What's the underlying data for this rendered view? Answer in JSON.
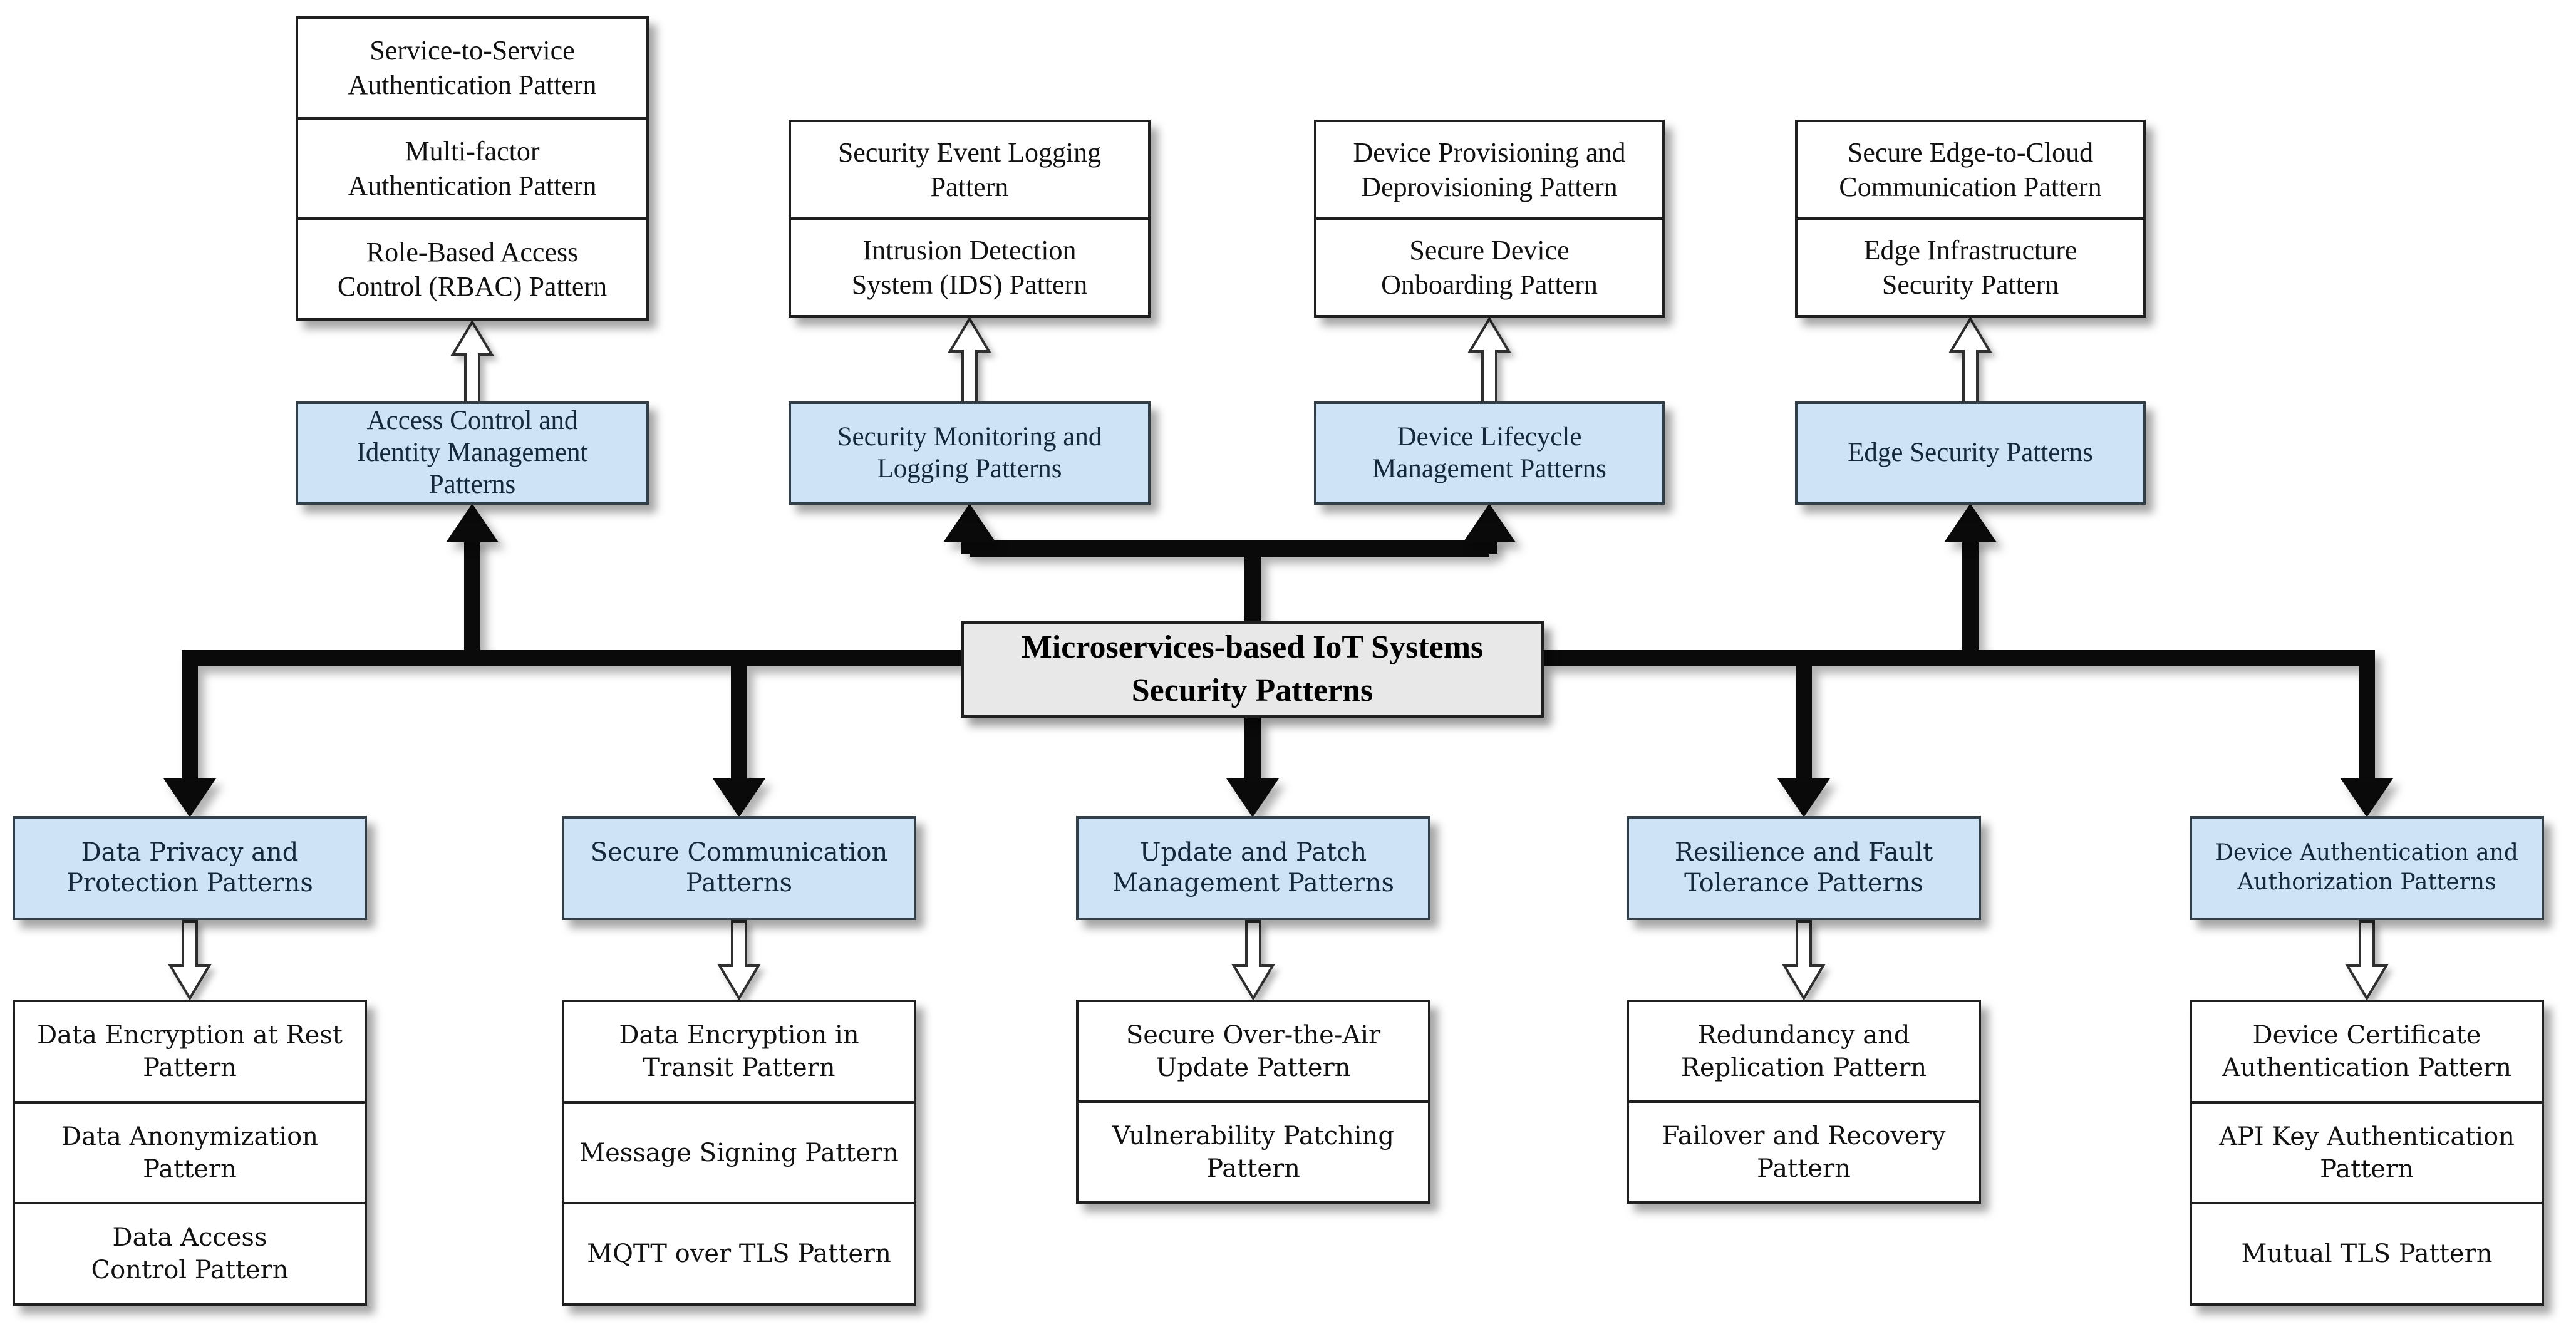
{
  "root": {
    "label": "Microservices-based IoT Systems\nSecurity Patterns"
  },
  "top_groups": [
    {
      "category": "Access Control and\nIdentity Management\nPatterns",
      "children": [
        "Service-to-Service\nAuthentication Pattern",
        "Multi-factor\nAuthentication Pattern",
        "Role-Based Access\nControl (RBAC) Pattern"
      ]
    },
    {
      "category": "Security Monitoring and\nLogging Patterns",
      "children": [
        "Security Event Logging\nPattern",
        "Intrusion Detection\nSystem (IDS) Pattern"
      ]
    },
    {
      "category": "Device Lifecycle\nManagement Patterns",
      "children": [
        "Device Provisioning and\nDeprovisioning Pattern",
        "Secure Device\nOnboarding Pattern"
      ]
    },
    {
      "category": "Edge Security Patterns",
      "children": [
        "Secure Edge-to-Cloud\nCommunication Pattern",
        "Edge Infrastructure\nSecurity Pattern"
      ]
    }
  ],
  "bottom_groups": [
    {
      "category": "Data Privacy and\nProtection Patterns",
      "children": [
        "Data Encryption at Rest\nPattern",
        "Data Anonymization\nPattern",
        "Data Access\nControl Pattern"
      ]
    },
    {
      "category": "Secure Communication\nPatterns",
      "children": [
        "Data Encryption in\nTransit Pattern",
        "Message Signing Pattern",
        "MQTT over TLS Pattern"
      ]
    },
    {
      "category": "Update and Patch\nManagement Patterns",
      "children": [
        "Secure Over-the-Air\nUpdate Pattern",
        "Vulnerability Patching\nPattern"
      ]
    },
    {
      "category": "Resilience and Fault\nTolerance Patterns",
      "children": [
        "Redundancy and\nReplication Pattern",
        "Failover and Recovery\nPattern"
      ]
    },
    {
      "category": "Device Authentication and\nAuthorization Patterns",
      "children": [
        "Device Certificate\nAuthentication Pattern",
        "API Key Authentication\nPattern",
        "Mutual TLS Pattern"
      ]
    }
  ],
  "colors": {
    "category_fill": "#cfe3f7",
    "category_border": "#333f48",
    "category_text": "#16293c",
    "pattern_text": "#111111",
    "stack_border": "#1f1f1f",
    "root_fill": "#e8e8e8",
    "root_border": "#1f1f1f",
    "root_text": "#000000",
    "connector": "#0a0a0a",
    "arrow_outline": "#2f2f2f"
  }
}
